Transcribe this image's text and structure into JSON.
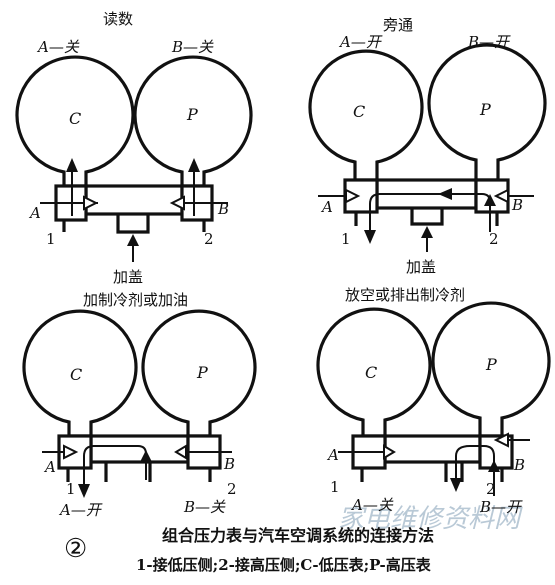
{
  "panels": [
    {
      "title": "读数",
      "valve_a": "A—关",
      "valve_b": "B—关",
      "gauge_left": "C",
      "gauge_right": "P",
      "port_a": "A",
      "port_b": "B",
      "port_1": "1",
      "port_2": "2",
      "cap": "加盖"
    },
    {
      "title": "旁通",
      "valve_a": "A—开",
      "valve_b": "B—开",
      "gauge_left": "C",
      "gauge_right": "P",
      "port_a": "A",
      "port_b": "B",
      "port_1": "1",
      "port_2": "2",
      "cap": "加盖"
    },
    {
      "title": "加制冷剂或加油",
      "valve_a": "A—开",
      "valve_b": "B—关",
      "gauge_left": "C",
      "gauge_right": "P",
      "port_a": "A",
      "port_b": "B",
      "port_1": "1",
      "port_2": "2"
    },
    {
      "title": "放空或排出制冷剂",
      "valve_a": "A—关",
      "valve_b": "B—开",
      "gauge_left": "C",
      "gauge_right": "P",
      "port_a": "A",
      "port_b": "B",
      "port_1": "1",
      "port_2": "2"
    }
  ],
  "figure_number": "②",
  "caption_line1": "组合压力表与汽车空调系统的连接方法",
  "caption_line2": "1-接低压侧;2-接高压侧;C-低压表;P-高压表",
  "watermark": "家电维修资料网"
}
